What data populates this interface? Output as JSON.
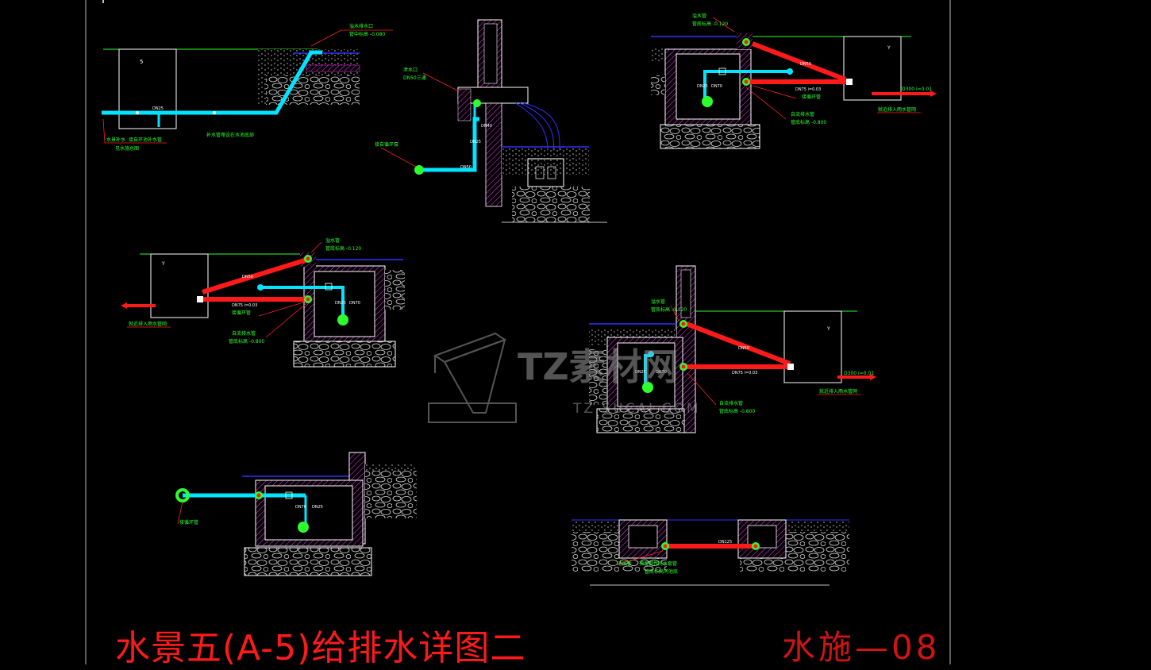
{
  "sheet": {
    "title": "水景五(A-5)给排水详图二",
    "sheet_number": "水施—08",
    "watermark_brand": "TZ素材网",
    "watermark_url": "TZ SUCAI.COM"
  },
  "colors": {
    "background": "#000000",
    "supply_pipe": "#00e5ff",
    "drain_pipe": "#ff1a1a",
    "annotation": "#2dff2d",
    "outline": "#ffffff",
    "wall_hatch": "#ff33ff",
    "water_line": "#3030ff",
    "title": "#ff1a1a"
  },
  "details": {
    "d1": {
      "l_top": "溢水排水口",
      "l_top2": "管中标高 -0.080",
      "l_left": "水景补水",
      "l_left2": "DN25",
      "l_left3": "接自环池补水管",
      "l_left4": "见水施总图",
      "l_mid": "补水管埋设在水池底部",
      "sz": "DN25"
    },
    "d2": {
      "l_a": "泄水口",
      "l_b": "DN50三通",
      "l_c": "接自循环泵",
      "sz1": "DN50",
      "sz2": "DN40",
      "sz3": "DN25"
    },
    "d3": {
      "l_a": "溢水管",
      "l_b": "管底标高 -0.120",
      "l_c": "DN50",
      "l_d": "DN75 i=0.03",
      "l_e": "接循环管",
      "l_f": "自流排水管",
      "l_g": "管底标高 -0.800",
      "l_h": "D300 i=0.01",
      "l_i": "就近排入雨水管网",
      "sz1": "DN25",
      "sz2": "DN70"
    },
    "d4": {
      "l_a": "溢水管",
      "l_b": "管底标高 -0.120",
      "l_c": "DN50",
      "l_d": "DN75 i=0.03",
      "l_e": "接循环管",
      "l_f": "自流排水管",
      "l_g": "管底标高 -0.800",
      "l_h": "就近排入雨水管网",
      "sz1": "DN25",
      "sz2": "DN70"
    },
    "d5": {
      "l_a": "溢水管",
      "l_b": "管底标高 -0.120",
      "l_c": "DN50",
      "l_d": "DN75 i=0.03",
      "l_e": "自流排水管",
      "l_f": "管底标高 -0.800",
      "l_g": "D300 i=0.01",
      "l_h": "就近排入雨水管网",
      "sz1": "DN25",
      "sz2": "DN70"
    },
    "d6": {
      "l_a": "接循环管",
      "sz1": "DN70",
      "sz2": "DN25"
    },
    "d7": {
      "l_a": "池底板",
      "l_b": "预埋钢性防水套管",
      "l_c": "管底标高同池底",
      "sz": "DN125"
    }
  }
}
